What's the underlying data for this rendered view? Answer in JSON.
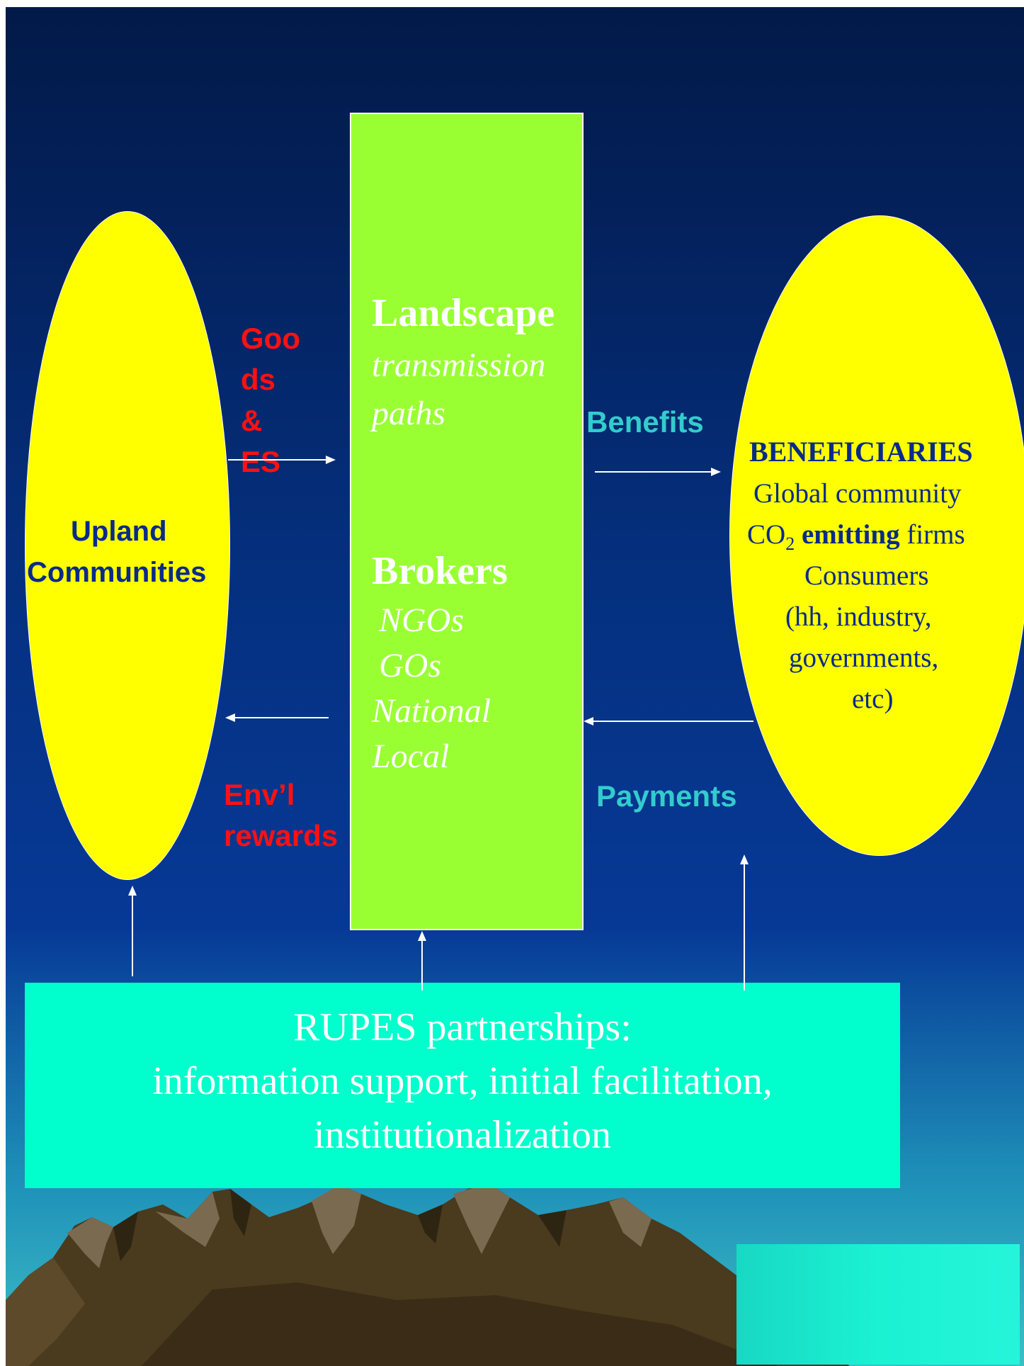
{
  "left_node": {
    "line1": "Upland",
    "line2": "Communities"
  },
  "center_box": {
    "landscape_title": "Landscape",
    "landscape_lines": [
      "transmission",
      "paths"
    ],
    "brokers_title": "Brokers",
    "brokers_lines": [
      "NGOs",
      "GOs",
      "National",
      "Local"
    ]
  },
  "right_node": {
    "title": "BENEFICIARIES",
    "line1": "Global community",
    "co2_prefix": "CO",
    "co2_sub": "2",
    "co2_bold": "emitting",
    "co2_suffix": "firms",
    "line3": "Consumers",
    "line4": "(hh, industry,",
    "line5": "governments,",
    "line6": "etc)"
  },
  "flow_labels": {
    "goods_lines": [
      "Goo",
      "ds",
      "&",
      "ES"
    ],
    "benefits": "Benefits",
    "rewards_lines": [
      "Env’l",
      "rewards"
    ],
    "payments": "Payments"
  },
  "rupes": {
    "line1": "RUPES partnerships:",
    "line2": "information support, initial facilitation,",
    "line3": "institutionalization"
  },
  "colors": {
    "node_fill": "#ffff00",
    "box_fill": "#99ff33",
    "rupes_fill": "#00ffcc",
    "red_label": "#ff1111",
    "teal_label": "#33cccc",
    "navy_text": "#0a2a8a"
  }
}
